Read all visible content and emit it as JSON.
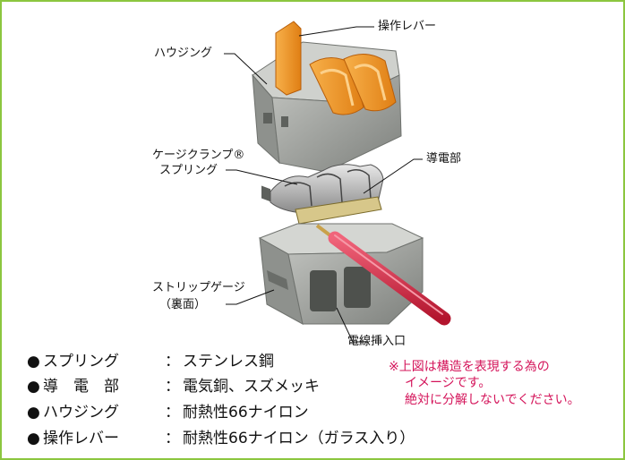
{
  "labels": {
    "lever": "操作レバー",
    "housing": "ハウジング",
    "cage_clamp_line1": "ケージクランプ®",
    "cage_clamp_line2": "スプリング",
    "conductor": "導電部",
    "strip_gauge_line1": "ストリップゲージ",
    "strip_gauge_line2": "（裏面）",
    "wire_entry": "電線挿入口"
  },
  "specs": [
    {
      "bullet": "●",
      "key": "スプリング",
      "colon": "：",
      "value": "ステンレス鋼"
    },
    {
      "bullet": "●",
      "key": "導　電　部",
      "colon": "：",
      "value": "電気銅、スズメッキ"
    },
    {
      "bullet": "●",
      "key": "ハウジング",
      "colon": "：",
      "value": "耐熱性66ナイロン"
    },
    {
      "bullet": "●",
      "key": "操作レバー",
      "colon": "：",
      "value": "耐熱性66ナイロン（ガラス入り）"
    }
  ],
  "note": {
    "line1": "※上図は構造を表現する為の",
    "line2": "イメージです。",
    "line3": "絶対に分解しないでください。"
  },
  "colors": {
    "border": "#8cc63f",
    "note": "#d4145a",
    "lever": "#f39a2b",
    "housing": "#9a9d99",
    "probe": "#d9233f"
  }
}
